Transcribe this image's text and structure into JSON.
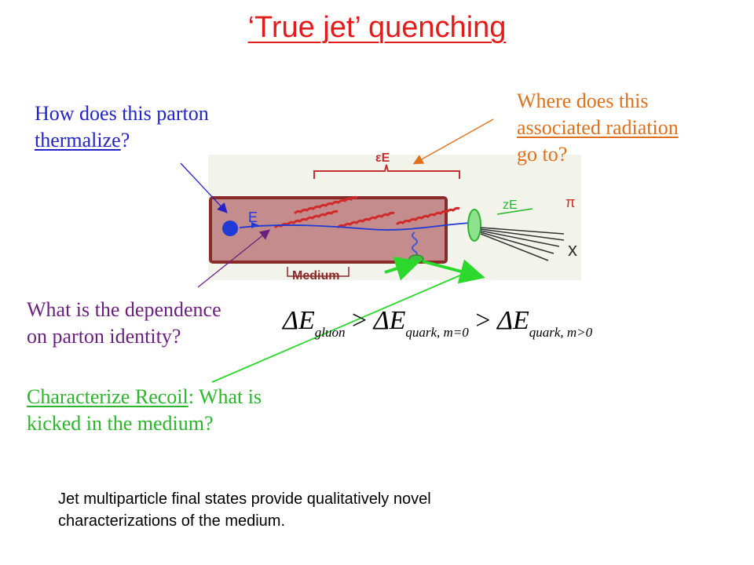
{
  "title": "‘True jet’ quenching",
  "questions": {
    "thermalize": {
      "line1": "How does this parton",
      "line2_link": "thermalize",
      "line2_rest": "?"
    },
    "radiation": {
      "line1": "Where does this",
      "line2_link": "associated radiation",
      "line3": "go to?"
    },
    "identity": {
      "line1": "What is the dependence",
      "line2": "on parton identity?"
    },
    "recoil": {
      "link": "Characterize Recoil",
      "rest": ": What is",
      "line2": "kicked in the medium?"
    }
  },
  "diagram": {
    "energy_label": "E",
    "radiated_label": "εE",
    "jet_label": "zE",
    "pion_label": "π",
    "x_label": "x",
    "medium_label": "Medium"
  },
  "inequality": {
    "delta_e": "ΔE",
    "gluon_sub": "gluon",
    "quark_m0_sub": "quark, m=0",
    "quark_m_gt0_sub": "quark, m>0",
    "gt": ">"
  },
  "footer": {
    "line1": "Jet multiparticle final states provide qualitatively novel",
    "line2": "characterizations of the medium."
  },
  "colors": {
    "title": "#e41b1b",
    "thermalize": "#2323c8",
    "radiation": "#e0701c",
    "identity": "#6a1f7e",
    "recoil": "#2bb52b",
    "medium_fill": "#c48c8c",
    "medium_border": "#8b2a2a",
    "diagram_bg": "#f2f4ec"
  }
}
